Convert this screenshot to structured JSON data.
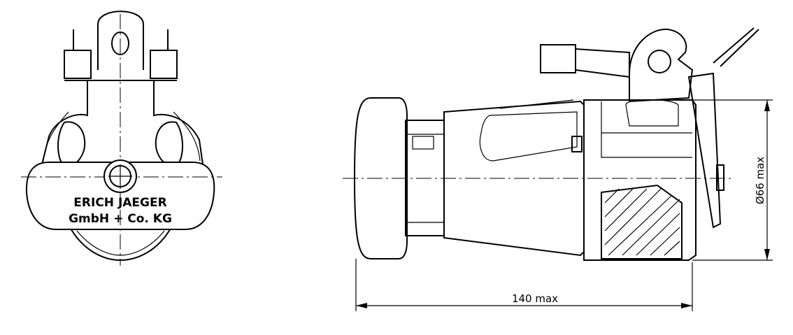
{
  "front_view": {
    "label_line1": "ERICH JAEGER",
    "label_line2": "GmbH + Co. KG"
  },
  "side_view": {
    "length_dimension": "140 max",
    "diameter_dimension": "Ø66 max"
  }
}
